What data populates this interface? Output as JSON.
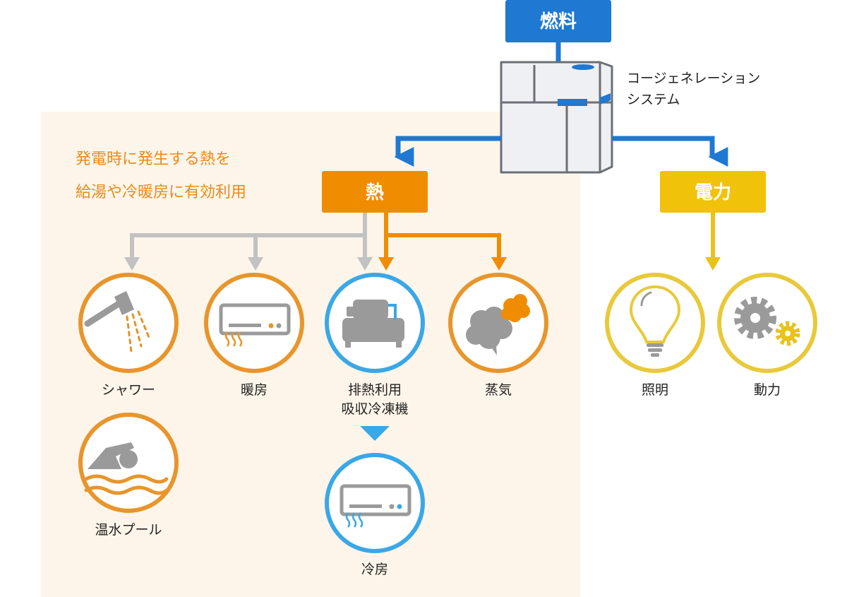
{
  "nodes": {
    "fuel": "燃料",
    "system_line1": "コージェネレーション",
    "system_line2": "システム",
    "heat": "熱",
    "power": "電力"
  },
  "note": {
    "line1": "発電時に発生する熱を",
    "line2": "給湯や冷暖房に有効利用"
  },
  "uses": {
    "shower": "シャワー",
    "heating": "暖房",
    "chiller_line1": "排熱利用",
    "chiller_line2": "吸収冷凍機",
    "steam": "蒸気",
    "pool": "温水プール",
    "cooling": "冷房",
    "lighting": "照明",
    "motive_power": "動力"
  },
  "colors": {
    "fuel_blue": "#1f78d1",
    "heat_orange": "#f08c00",
    "power_yellow": "#f0c20a",
    "gray_arrow": "#c2c2c2",
    "orange_circle": "#e8952c",
    "blue_circle": "#3aa7e6",
    "yellow_circle": "#e9c93a",
    "heat_area_bg": "#fdf5e9",
    "icon_gray": "#9a9a9a"
  }
}
